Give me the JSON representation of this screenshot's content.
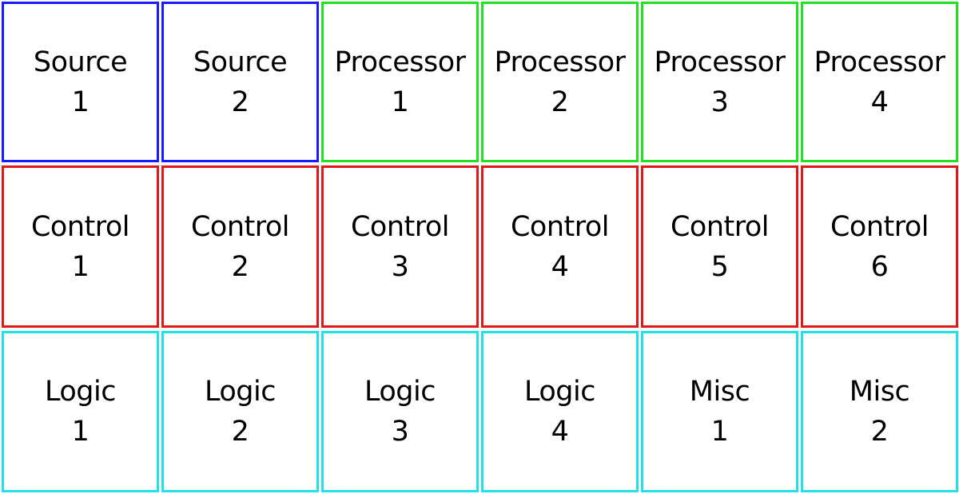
{
  "colors": {
    "source": "#1a1aff",
    "processor": "#22e022",
    "control": "#e01818",
    "logic": "#22e0e8"
  },
  "rows": [
    [
      {
        "kind": "source",
        "label": "Source",
        "index": "1"
      },
      {
        "kind": "source",
        "label": "Source",
        "index": "2"
      },
      {
        "kind": "processor",
        "label": "Processor",
        "index": "1"
      },
      {
        "kind": "processor",
        "label": "Processor",
        "index": "2"
      },
      {
        "kind": "processor",
        "label": "Processor",
        "index": "3"
      },
      {
        "kind": "processor",
        "label": "Processor",
        "index": "4"
      }
    ],
    [
      {
        "kind": "control",
        "label": "Control",
        "index": "1"
      },
      {
        "kind": "control",
        "label": "Control",
        "index": "2"
      },
      {
        "kind": "control",
        "label": "Control",
        "index": "3"
      },
      {
        "kind": "control",
        "label": "Control",
        "index": "4"
      },
      {
        "kind": "control",
        "label": "Control",
        "index": "5"
      },
      {
        "kind": "control",
        "label": "Control",
        "index": "6"
      }
    ],
    [
      {
        "kind": "logic",
        "label": "Logic",
        "index": "1"
      },
      {
        "kind": "logic",
        "label": "Logic",
        "index": "2"
      },
      {
        "kind": "logic",
        "label": "Logic",
        "index": "3"
      },
      {
        "kind": "logic",
        "label": "Logic",
        "index": "4"
      },
      {
        "kind": "logic",
        "label": "Misc",
        "index": "1"
      },
      {
        "kind": "logic",
        "label": "Misc",
        "index": "2"
      }
    ]
  ]
}
